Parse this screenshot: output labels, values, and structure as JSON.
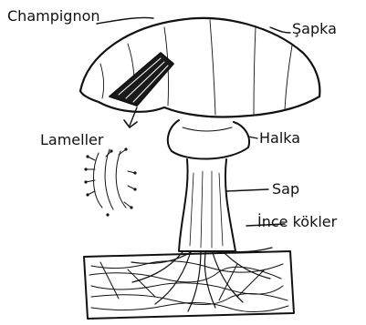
{
  "figure": {
    "labels": {
      "species": "Champignon",
      "cap": "Şapka",
      "gills": "Lameller",
      "ring": "Halka",
      "stem": "Sap",
      "rootlets": "İnce kökler"
    }
  }
}
